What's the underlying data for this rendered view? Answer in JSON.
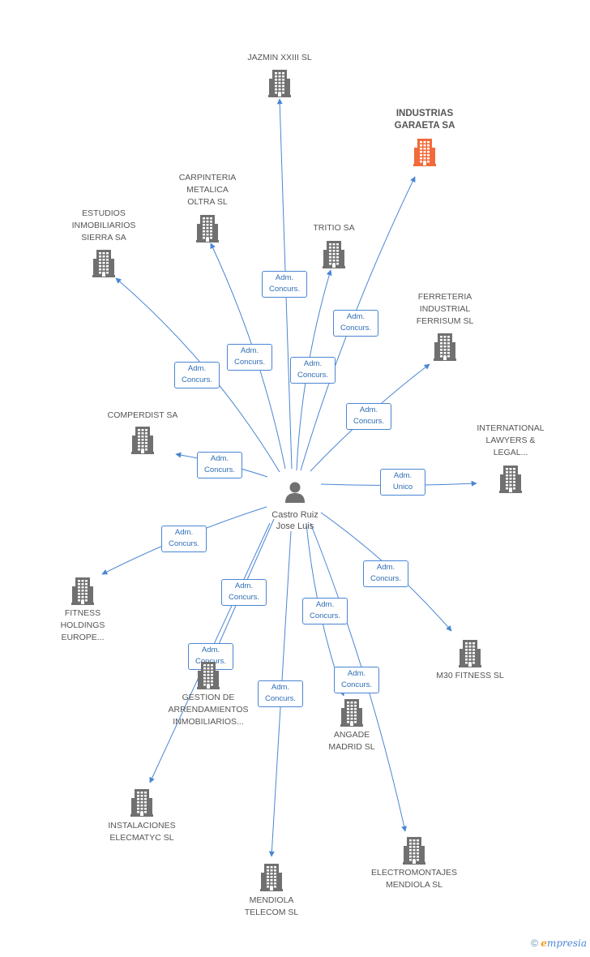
{
  "center": {
    "name": "Castro Ruiz\nJose Luis"
  },
  "nodes": [
    {
      "id": "jazmin",
      "name": "JAZMIN XXIII SL",
      "highlight": false
    },
    {
      "id": "garaeta",
      "name": "INDUSTRIAS\nGARAETA SA",
      "highlight": true
    },
    {
      "id": "carpinteria",
      "name": "CARPINTERIA\nMETALICA\nOLTRA SL",
      "highlight": false
    },
    {
      "id": "estudios",
      "name": "ESTUDIOS\nINMOBILIARIOS\nSIERRA SA",
      "highlight": false
    },
    {
      "id": "tritio",
      "name": "TRITIO SA",
      "highlight": false
    },
    {
      "id": "ferreteria",
      "name": "FERRETERIA\nINDUSTRIAL\nFERRISUM SL",
      "highlight": false
    },
    {
      "id": "comperdist",
      "name": "COMPERDIST SA",
      "highlight": false
    },
    {
      "id": "international",
      "name": "INTERNATIONAL\nLAWYERS &\nLEGAL...",
      "highlight": false
    },
    {
      "id": "fitness",
      "name": "FITNESS\nHOLDINGS\nEUROPE...",
      "highlight": false
    },
    {
      "id": "m30",
      "name": "M30 FITNESS SL",
      "highlight": false
    },
    {
      "id": "gestion",
      "name": "GESTION DE\nARRENDAMIENTOS\nINMOBILIARIOS...",
      "highlight": false
    },
    {
      "id": "angade",
      "name": "ANGADE\nMADRID SL",
      "highlight": false
    },
    {
      "id": "instalaciones",
      "name": "INSTALACIONES\nELECMATYC SL",
      "highlight": false
    },
    {
      "id": "electromontajes",
      "name": "ELECTROMONTAJES\nMENDIOLA SL",
      "highlight": false
    },
    {
      "id": "mendiola",
      "name": "MENDIOLA\nTELECOM SL",
      "highlight": false
    }
  ],
  "edges": [
    {
      "to": "jazmin",
      "label": "Adm.\nConcurs."
    },
    {
      "to": "garaeta",
      "label": "Adm.\nConcurs."
    },
    {
      "to": "carpinteria",
      "label": "Adm.\nConcurs."
    },
    {
      "to": "estudios",
      "label": "Adm.\nConcurs."
    },
    {
      "to": "tritio",
      "label": "Adm.\nConcurs."
    },
    {
      "to": "ferreteria",
      "label": "Adm.\nConcurs."
    },
    {
      "to": "comperdist",
      "label": "Adm.\nConcurs."
    },
    {
      "to": "international",
      "label": "Adm.\nUnico"
    },
    {
      "to": "fitness",
      "label": "Adm.\nConcurs."
    },
    {
      "to": "m30",
      "label": "Adm.\nConcurs."
    },
    {
      "to": "gestion",
      "label": "Adm.\nConcurs."
    },
    {
      "to": "angade",
      "label": "Adm.\nConcurs."
    },
    {
      "to": "instalaciones",
      "label": "Adm.\nConcurs."
    },
    {
      "to": "electromontajes",
      "label": "Adm.\nConcurs."
    },
    {
      "to": "mendiola",
      "label": "Adm.\nConcurs."
    }
  ],
  "colors": {
    "edge": "#4a86d4",
    "building": "#707070",
    "building_highlight": "#f26b3a",
    "person": "#707070"
  },
  "footer": {
    "copyright": "©",
    "brand_e": "e",
    "brand_rest": "mpresia"
  }
}
